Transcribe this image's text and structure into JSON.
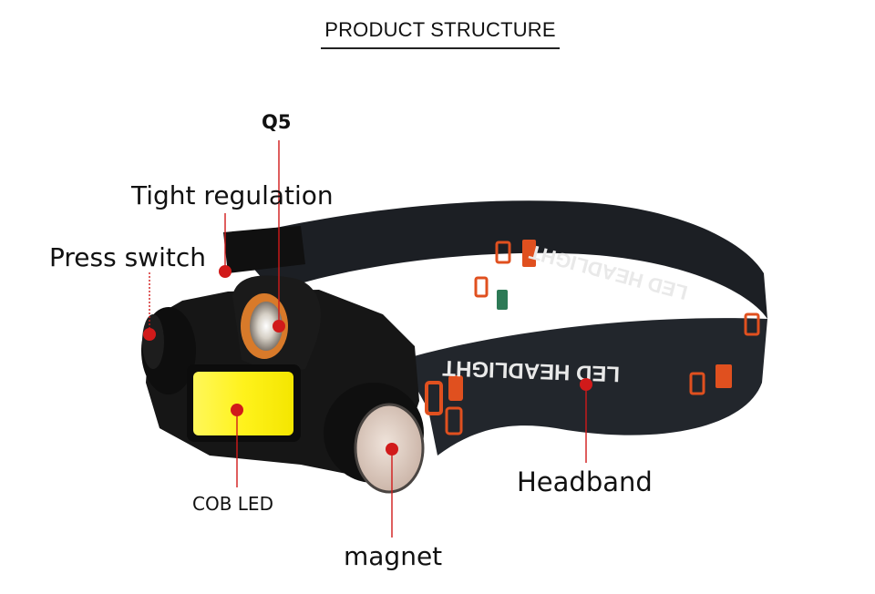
{
  "title": "PRODUCT STRUCTURE",
  "band_print": "LED HEADLIGHT",
  "labels": {
    "q5": "Q5",
    "tight_regulation": "Tight regulation",
    "press_switch": "Press switch",
    "cob_led": "COB LED",
    "magnet": "magnet",
    "headband": "Headband"
  },
  "colors": {
    "callout": "#d11a1a",
    "band": "#1c1f24",
    "band_pattern_orange": "#e0501f",
    "housing": "#161616",
    "cob": "#fff12a",
    "magnet": "#d9c4b8",
    "q5_ring": "#d87a2a"
  }
}
